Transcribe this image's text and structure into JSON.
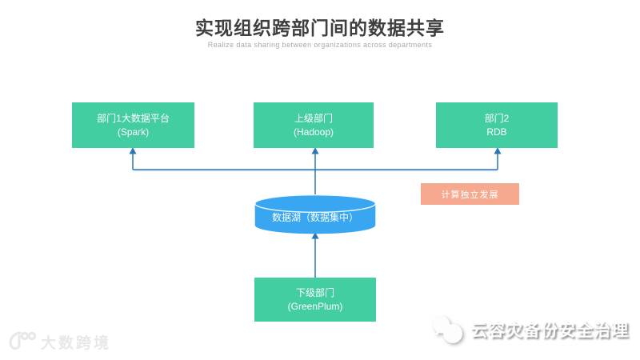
{
  "header": {
    "title": "实现组织跨部门间的数据共享",
    "subtitle": "Realize data sharing between organizations across departments"
  },
  "diagram": {
    "dept1_platform": {
      "line1": "部门1大数据平台",
      "line2": "(Spark)"
    },
    "parent_dept": {
      "line1": "上级部门",
      "line2": "(Hadoop)"
    },
    "dept2": {
      "line1": "部门2",
      "line2": "RDB"
    },
    "data_lake": {
      "label": "数据湖（数据集中）"
    },
    "compute_note": {
      "label": "计算独立发展"
    },
    "child_dept": {
      "line1": "下级部门",
      "line2": "(GreenPlum)"
    }
  },
  "watermarks": {
    "brand_left": {
      "text": "大数跨境",
      "icon": "brand-logo-icon"
    },
    "brand_right": {
      "text": "云容灾备份安全治理",
      "icon": "chat-bubbles-icon"
    }
  },
  "colors": {
    "node_green": "#43cda3",
    "lake_blue": "#38a6f0",
    "note_orange": "#f7a98f",
    "connector_blue": "#2e75b6",
    "title_dark": "#3f3f3f",
    "subtitle_gray": "#a8a8a8",
    "watermark_gray": "#e8e8e8"
  }
}
